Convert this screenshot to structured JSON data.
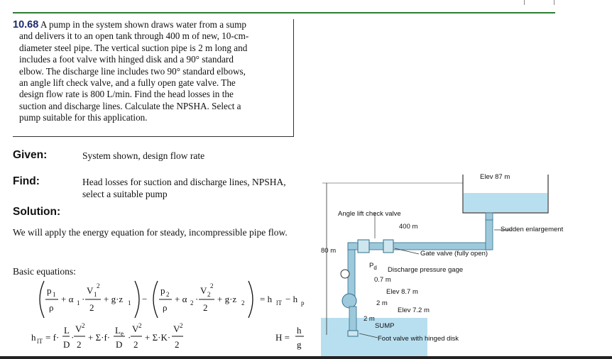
{
  "problem": {
    "number": "10.68",
    "lines": [
      "A pump in the system shown draws water from a sump",
      "and delivers it to an open tank through 400 m of new, 10-cm-",
      "diameter steel pipe. The vertical suction pipe is 2 m long and",
      "includes a foot valve with hinged disk and a 90° standard",
      "elbow. The discharge line includes two 90° standard elbows,",
      "an angle lift check valve, and a fully open gate valve. The",
      "design flow rate is 800 L/min. Find the head losses in the",
      "suction and discharge lines. Calculate the NPSHA. Select a",
      "pump suitable for this application."
    ]
  },
  "given": {
    "label": "Given:",
    "text": "System shown, design flow rate"
  },
  "find": {
    "label": "Find:",
    "line1": "Head losses for suction and discharge lines, NPSHA,",
    "line2": "select a suitable pump"
  },
  "solution": {
    "label": "Solution:",
    "text": "We will apply the energy equation for steady, incompressible pipe flow."
  },
  "basic": {
    "label": "Basic equations:"
  },
  "diagram": {
    "elev_tank": "Elev 87 m",
    "sudden": "Sudden enlargement",
    "angle_valve": "Angle lift check valve",
    "pipe_len": "400 m",
    "height": "80 m",
    "gate_valve": "Gate valve (fully open)",
    "pd": "P",
    "pd_sub": "d",
    "discharge_gage": "Discharge pressure gage",
    "gage_h": "0.7 m",
    "elev_pump": "Elev 8.7 m",
    "two_m_a": "2 m",
    "elev_sump": "Elev 7.2 m",
    "two_m_b": "2 m",
    "sump": "SUMP",
    "foot_valve": "Foot valve with hinged disk"
  },
  "colors": {
    "water": "#b8dff0",
    "pipe": "#9ec9dc",
    "pipe_edge": "#2f6f8a",
    "accent_blue": "#1b2a6b"
  }
}
